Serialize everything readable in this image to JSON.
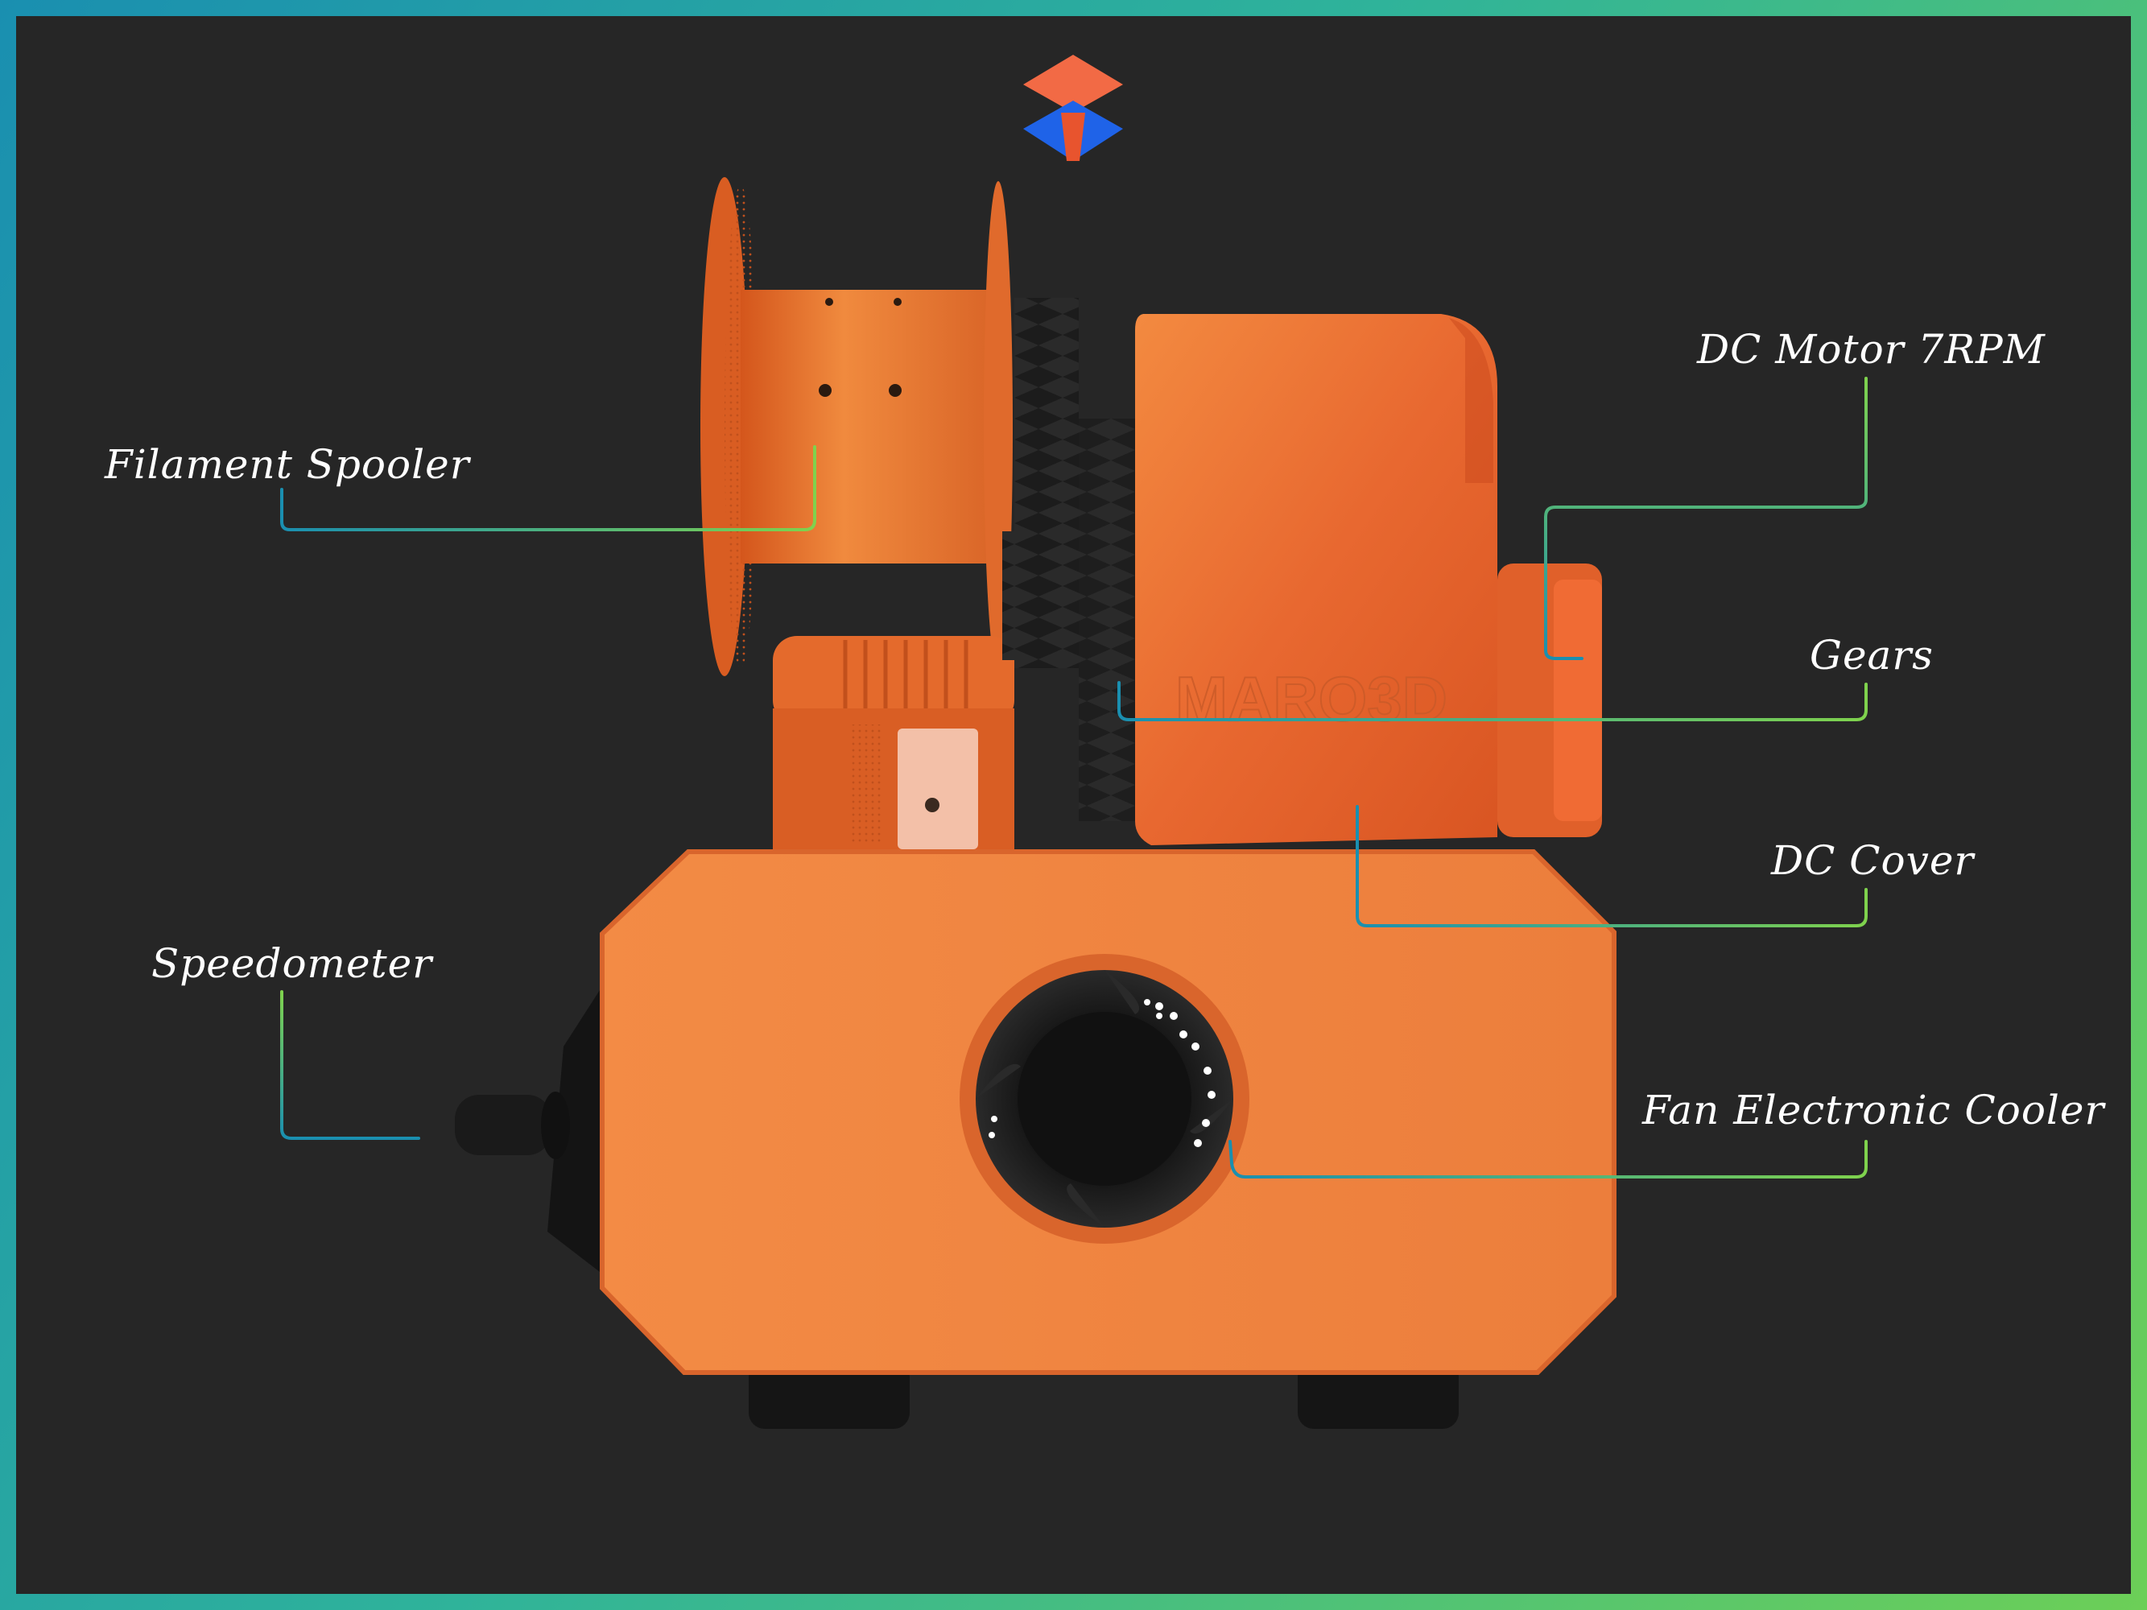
{
  "labels": {
    "filament_spooler": "Filament Spooler",
    "dc_motor": "DC Motor 7RPM",
    "gears": "Gears",
    "dc_cover": "DC Cover",
    "speedometer": "Speedometer",
    "fan_cooler": "Fan Electronic Cooler"
  },
  "watermark": "MARO3D",
  "colors": {
    "background": "#262626",
    "body_orange": "#f0883f",
    "accent_orange": "#e8642a",
    "gear_black": "#1c1c1c",
    "leader_start": "#1a8fb0",
    "leader_end": "#7fd24d"
  }
}
